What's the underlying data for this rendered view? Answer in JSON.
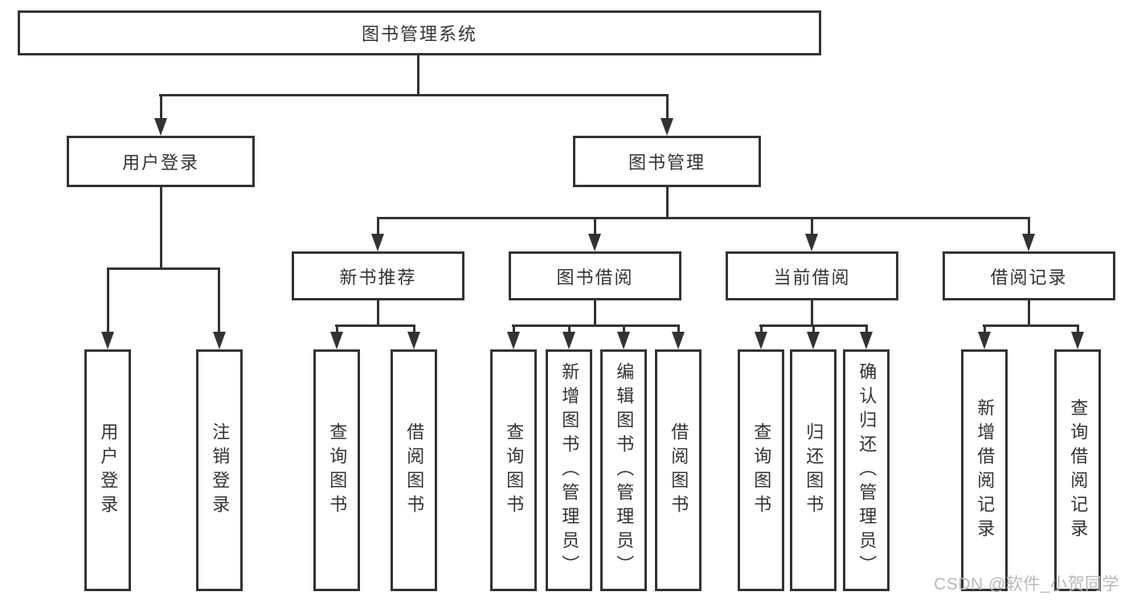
{
  "title": "图书管理系统",
  "colors": {
    "line": "#333333",
    "box_border": "#333333",
    "text": "#333333",
    "background": "#ffffff",
    "watermark": "#b9b9b9"
  },
  "watermark": {
    "text": "CSDN @软件_小贺同学"
  },
  "tree": {
    "root": {
      "label": "图书管理系统"
    },
    "branches": [
      {
        "label": "用户登录",
        "children": [
          {
            "label": "用户登录"
          },
          {
            "label": "注销登录"
          }
        ]
      },
      {
        "label": "图书管理",
        "children": [
          {
            "label": "新书推荐",
            "children": [
              {
                "label": "查询图书"
              },
              {
                "label": "借阅图书"
              }
            ]
          },
          {
            "label": "图书借阅",
            "children": [
              {
                "label": "查询图书"
              },
              {
                "label": "新增图书（管理员）"
              },
              {
                "label": "编辑图书（管理员）"
              },
              {
                "label": "借阅图书"
              }
            ]
          },
          {
            "label": "当前借阅",
            "children": [
              {
                "label": "查询图书"
              },
              {
                "label": "归还图书"
              },
              {
                "label": "确认归还（管理员）"
              }
            ]
          },
          {
            "label": "借阅记录",
            "children": [
              {
                "label": "新增借阅记录"
              },
              {
                "label": "查询借阅记录"
              }
            ]
          }
        ]
      }
    ]
  }
}
